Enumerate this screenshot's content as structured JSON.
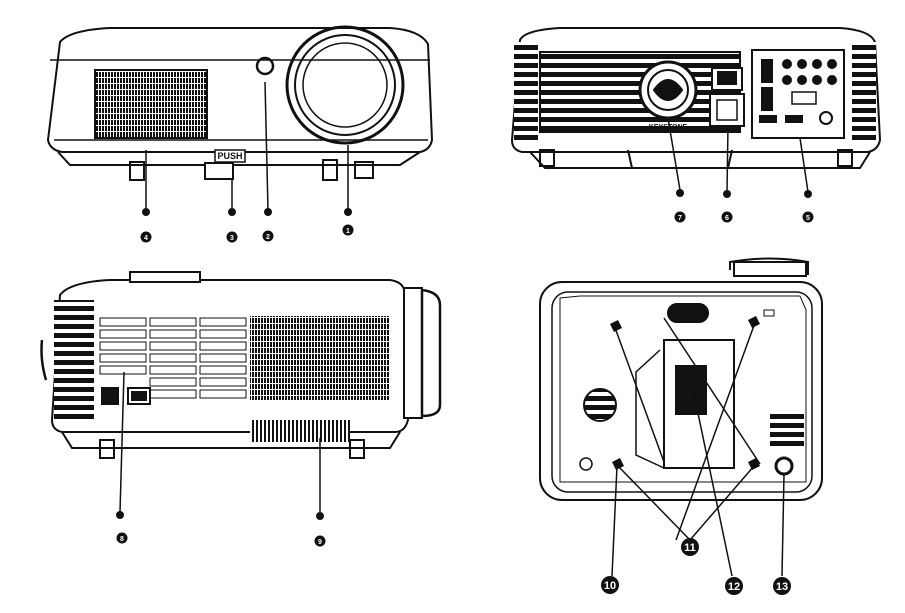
{
  "front_view": {
    "push_label": "PUSH",
    "callouts": [
      "4",
      "3",
      "2",
      "1"
    ]
  },
  "rear_view": {
    "keystone_label": "KEYSTONE",
    "callouts": [
      "7",
      "6",
      "5"
    ]
  },
  "side_view": {
    "callouts": [
      "8",
      "9"
    ]
  },
  "bottom_view": {
    "callouts": [
      "10",
      "11",
      "12",
      "13"
    ]
  }
}
